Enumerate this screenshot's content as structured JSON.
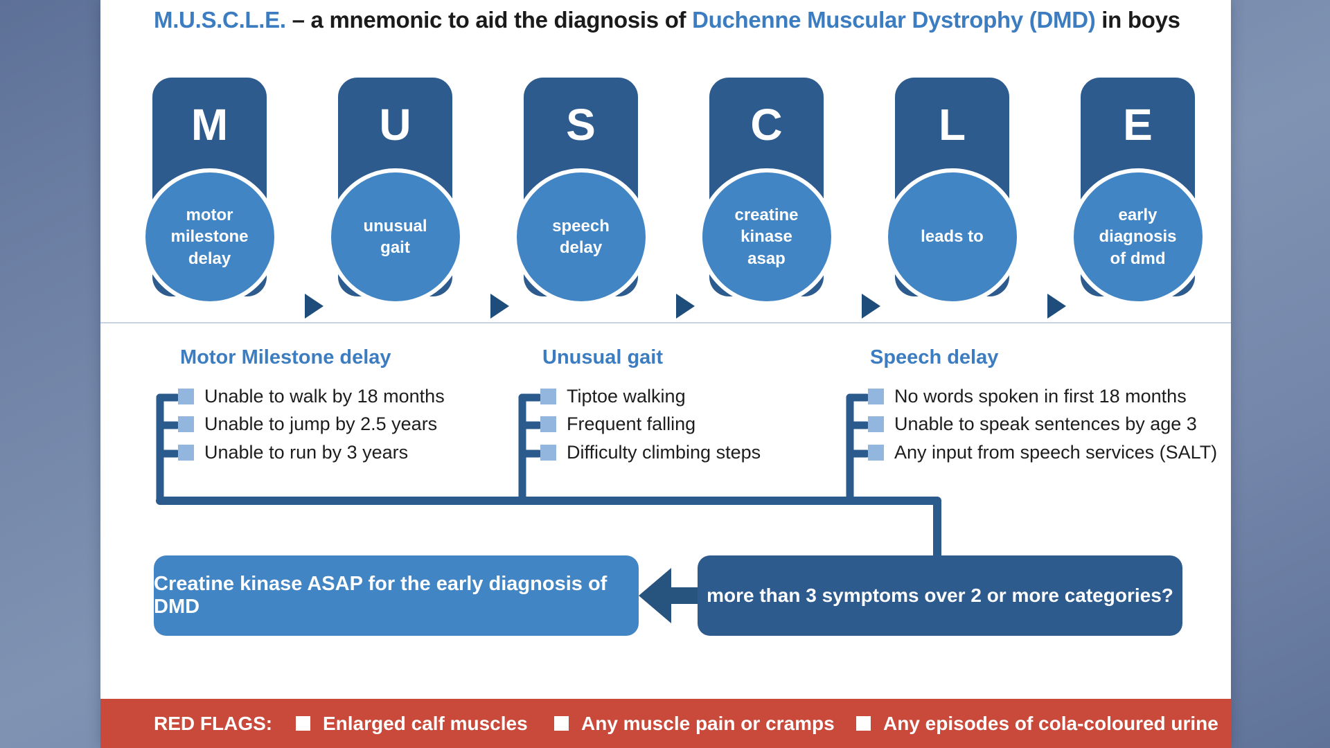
{
  "title": {
    "mnemonic": "M.U.S.C.L.E.",
    "mid": " – a mnemonic to aid the diagnosis of ",
    "condition": "Duchenne Muscular Dystrophy (DMD)",
    "suffix": " in boys"
  },
  "mnemonic_cards": [
    {
      "letter": "M",
      "label": "motor milestone delay"
    },
    {
      "letter": "U",
      "label": "unusual gait"
    },
    {
      "letter": "S",
      "label": "speech delay"
    },
    {
      "letter": "C",
      "label": "creatine kinase asap"
    },
    {
      "letter": "L",
      "label": "leads to"
    },
    {
      "letter": "E",
      "label": "early diagnosis of dmd"
    }
  ],
  "symptom_columns": [
    {
      "header": "Motor Milestone delay",
      "items": [
        "Unable to walk by 18 months",
        "Unable to jump by 2.5 years",
        "Unable to run by 3 years"
      ]
    },
    {
      "header": "Unusual gait",
      "items": [
        "Tiptoe walking",
        "Frequent falling",
        "Difficulty climbing steps"
      ]
    },
    {
      "header": "Speech delay",
      "items": [
        "No words spoken in first 18 months",
        "Unable to speak sentences by age 3",
        "Any input from speech services (SALT)"
      ]
    }
  ],
  "decision": {
    "question": "more than 3 symptoms over 2 or more categories?",
    "action": "Creatine kinase ASAP for the early diagnosis of DMD"
  },
  "red_flags": {
    "label": "RED FLAGS:",
    "items": [
      "Enlarged calf muscles",
      "Any muscle pain or cramps",
      "Any episodes of cola-coloured urine"
    ]
  },
  "colors": {
    "navy_card": "#2d5b8e",
    "mid_blue": "#4285c4",
    "bullet_square": "#92b6dd",
    "heading_blue": "#3c7cc0",
    "arrow_dark": "#1e4d7b",
    "connector": "#2b5a8c",
    "red_banner": "#c9493a"
  }
}
